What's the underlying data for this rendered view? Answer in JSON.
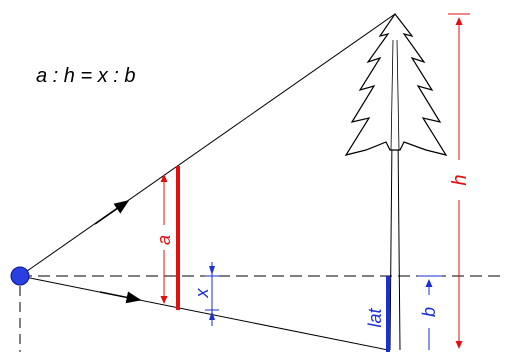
{
  "formula": "a : h = x : b",
  "labels": {
    "a": "a",
    "x": "x",
    "h": "h",
    "b": "b",
    "lat": "lat"
  },
  "colors": {
    "line": "#000000",
    "red": "#e01010",
    "blue": "#1a2fd6",
    "eye": "#2a3fe0"
  }
}
